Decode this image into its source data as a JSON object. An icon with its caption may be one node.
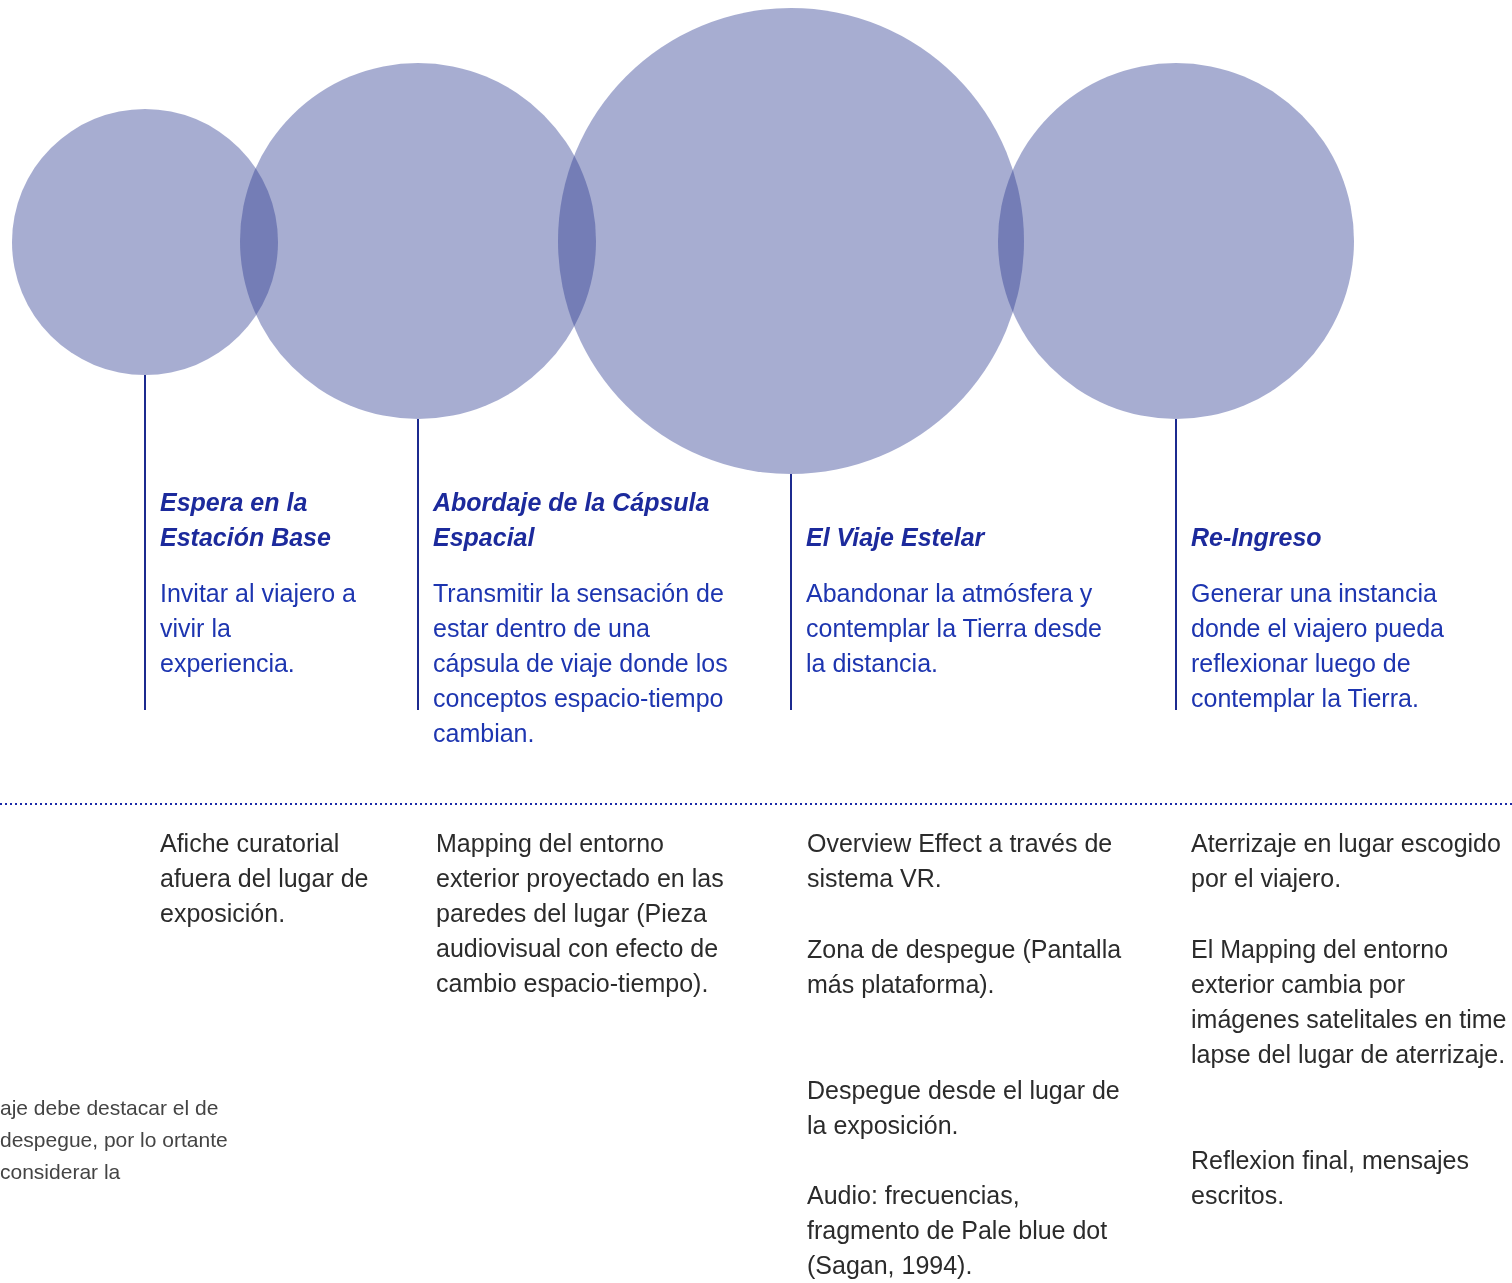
{
  "diagram": {
    "nodes": [
      {
        "text": [],
        "shape": "circle"
      },
      {
        "text": [],
        "shape": "circle"
      },
      {
        "text": [],
        "shape": "circle"
      },
      {
        "text": [],
        "shape": "circle"
      },
      {
        "text": [
          "Espera en la Estación Base",
          "Invitar al viajero a vivir la experiencia."
        ]
      },
      {
        "text": [
          "Abordaje de la Cápsula Espacial",
          "Transmitir la sensación de estar dentro de una cápsula de viaje donde los conceptos espacio-tiempo cambian."
        ]
      },
      {
        "text": [
          "El Viaje Estelar",
          "Abandonar la atmósfera y contemplar la Tierra desde la distancia."
        ]
      },
      {
        "text": [
          "Re-Ingreso",
          "Generar una instancia donde el viajero pueda reflexionar luego de contemplar la Tierra."
        ]
      }
    ],
    "edges": [
      {
        "from": 0,
        "to": 4,
        "arrow": "none"
      },
      {
        "from": 1,
        "to": 5,
        "arrow": "none"
      },
      {
        "from": 2,
        "to": 6,
        "arrow": "none"
      },
      {
        "from": 3,
        "to": 7,
        "arrow": "none"
      }
    ],
    "labels": [
      "Afiche curatorial afuera del lugar de exposición.",
      "Mapping del entorno exterior proyectado en las paredes del lugar (Pieza audiovisual con efecto de cambio espacio-tiempo).",
      "Overview Effect a través de sistema VR.",
      "Zona de despegue (Pantalla más plataforma).",
      "Despegue desde el lugar de la exposición.",
      "Audio: frecuencias, fragmento de Pale blue dot (Sagan, 1994).",
      "Aterrizaje en lugar escogido por el viajero.",
      "El Mapping del entorno exterior cambia por imágenes satelitales en time lapse del lugar de aterrizaje.",
      "Reflexion final, mensajes escritos.",
      "aje debe destacar el de despegue, por lo ortante considerar la"
    ]
  }
}
